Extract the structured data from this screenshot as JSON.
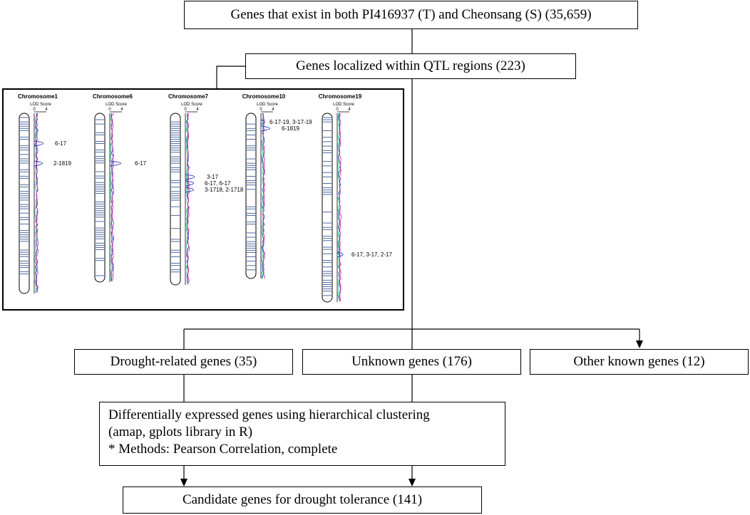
{
  "boxes": {
    "top": "Genes that exist in both PI416937 (T) and Cheonsang (S) (35,659)",
    "qtl": "Genes localized within QTL regions (223)",
    "drought": "Drought-related genes (35)",
    "unknown": "Unknown genes (176)",
    "other": "Other known genes (12)",
    "deg_line1": "Differentially expressed genes using hierarchical clustering",
    "deg_line2": "(amap, gplots library in R)",
    "deg_line3": "* Methods: Pearson Correlation, complete",
    "candidate": "Candidate genes for drought tolerance (141)"
  },
  "panel": {
    "lod_label": "LOD Score",
    "lod_ticks": [
      "0",
      "4"
    ],
    "chromosomes": [
      {
        "name": "Chromosome1",
        "annotations": [
          "6-17",
          "2-1819"
        ]
      },
      {
        "name": "Chromosome6",
        "annotations": [
          "6-17"
        ]
      },
      {
        "name": "Chromosome7",
        "annotations": [
          "3-17",
          "6-17, 6-17",
          "3-1718, 2-1718"
        ]
      },
      {
        "name": "Chromosome10",
        "annotations": [
          "6-17-19, 3-17-19",
          "6-1819"
        ]
      },
      {
        "name": "Chromosome19",
        "annotations": [
          "6-17, 3-17, 2-17"
        ]
      }
    ]
  },
  "colors": {
    "band": "#3a5a9a",
    "lod_green": "#2ecc8a",
    "lod_blue": "#2c3eb8",
    "lod_magenta": "#cc33aa"
  }
}
